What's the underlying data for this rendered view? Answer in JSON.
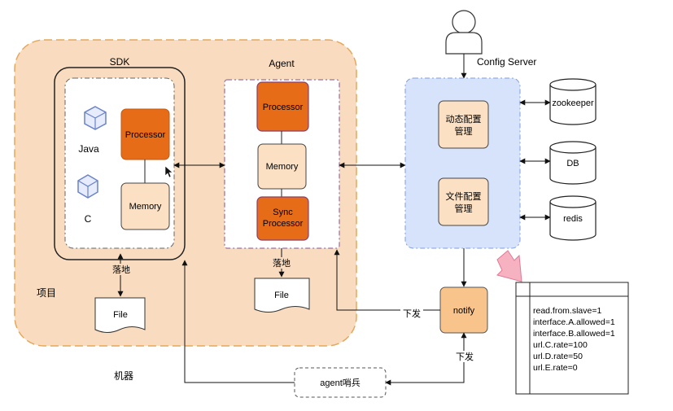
{
  "diagram": {
    "machine_label": "机器",
    "project_label": "项目",
    "sdk": {
      "title": "SDK",
      "lang_java": "Java",
      "lang_c": "C",
      "processor": "Processor",
      "memory": "Memory",
      "persist": "落地",
      "file": "File"
    },
    "agent": {
      "title": "Agent",
      "processor": "Processor",
      "memory": "Memory",
      "sync_processor_line1": "Sync",
      "sync_processor_line2": "Processor",
      "persist": "落地",
      "file": "File"
    },
    "config_server": {
      "title": "Config Server",
      "dynamic_config_line1": "动态配置",
      "dynamic_config_line2": "管理",
      "file_config_line1": "文件配置",
      "file_config_line2": "管理",
      "zookeeper": "zookeeper",
      "db": "DB",
      "redis": "redis"
    },
    "notify": "notify",
    "dispatch_label_1": "下发",
    "dispatch_label_2": "下发",
    "agent_sentinel": "agent哨兵",
    "config_list": [
      "read.from.slave=1",
      "interface.A.allowed=1",
      "interface.B.allowed=1",
      "url.C.rate=100",
      "url.D.rate=50",
      "url.E.rate=0"
    ],
    "colors": {
      "machine_fill": "#f9dcbf",
      "machine_stroke": "#e6a75a",
      "processor_fill": "#e76c17",
      "memory_fill": "#fbe0c3",
      "config_server_fill": "#d7e3fb",
      "config_server_stroke": "#7f9ee0",
      "notify_fill": "#f9c48c",
      "pink_arrow": "#f7b2c2"
    }
  }
}
